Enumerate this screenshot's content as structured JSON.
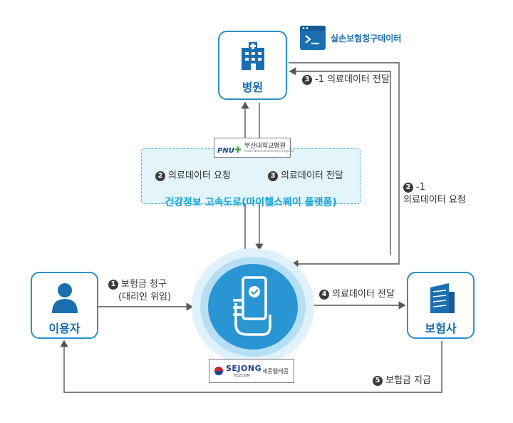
{
  "nodes": {
    "hospital": {
      "label": "병원",
      "icon": "hospital-icon"
    },
    "user": {
      "label": "이용자",
      "icon": "user-icon"
    },
    "insurer": {
      "label": "보험사",
      "icon": "building-icon"
    },
    "center": {
      "icon": "mobile-check-icon"
    }
  },
  "system_tag": {
    "label": "실손보험청구데이터",
    "icon": "terminal-icon"
  },
  "platform": {
    "label": "건강정보 고속도로(마이헬스웨이 플랫폼)"
  },
  "logos": {
    "pnu": {
      "mark": "PNU",
      "name": "부산대학교병원",
      "subtitle": "Pusan National University Hospital"
    },
    "sejong": {
      "mark": "SEJONG",
      "sub": "TELECOM",
      "name": "세종텔레콤"
    }
  },
  "steps": {
    "s1": {
      "num": "1",
      "line1": "보험금 청구",
      "line2": "(대리인 위임)"
    },
    "s2": {
      "num": "2",
      "text": "의료데이터 요청"
    },
    "s3": {
      "num": "3",
      "text": "의료데이터 전달"
    },
    "s3_1": {
      "num": "3",
      "suffix": "-1 의료데이터 전달"
    },
    "s2_1": {
      "num": "2",
      "suffix": "-1",
      "line2": "의료데이터 요청"
    },
    "s4": {
      "num": "4",
      "text": "의료데이터 전달"
    },
    "s5": {
      "num": "5",
      "text": "보험금 지급"
    }
  },
  "colors": {
    "primary": "#1b6fb1",
    "border": "#2a8fc9",
    "platform": "#17a3d6",
    "arrow": "#555555"
  }
}
